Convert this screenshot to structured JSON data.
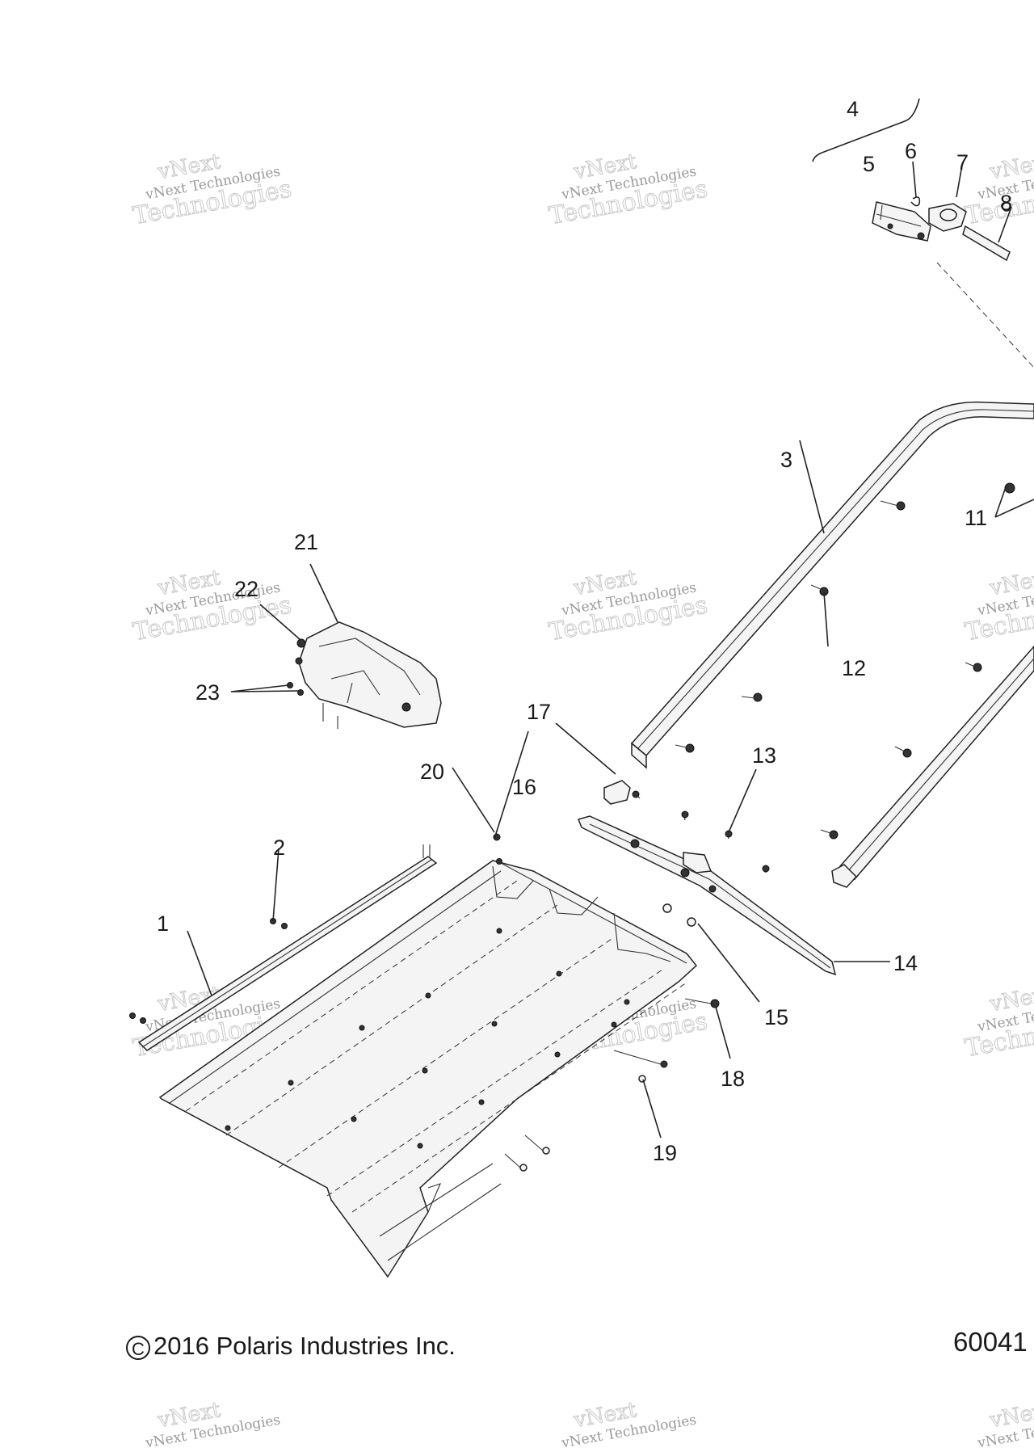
{
  "watermark": {
    "line1": "vNext",
    "line2": "vNext Technologies",
    "line3": "Technologies"
  },
  "callouts": [
    "1",
    "2",
    "3",
    "4",
    "5",
    "6",
    "7",
    "8",
    "11",
    "12",
    "13",
    "14",
    "15",
    "16",
    "17",
    "18",
    "19",
    "20",
    "21",
    "22",
    "23"
  ],
  "footer": {
    "copyright": "2016 Polaris Industries Inc.",
    "copyright_symbol": "C",
    "figure_number": "60041"
  }
}
